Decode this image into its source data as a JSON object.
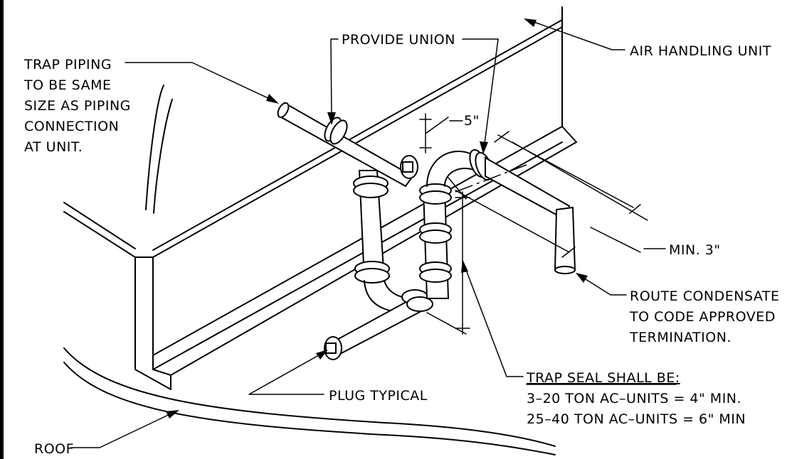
{
  "colors": {
    "line": "#000000",
    "background": "#ffffff"
  },
  "labels": {
    "trap_piping": [
      "TRAP PIPING",
      "TO BE SAME",
      "SIZE AS PIPING",
      "CONNECTION",
      "AT UNIT."
    ],
    "provide_union": "PROVIDE UNION",
    "air_handling_unit": "AIR HANDLING UNIT",
    "dim_5": "5\"",
    "min_3": "MIN. 3\"",
    "route_condensate": [
      "ROUTE CONDENSATE",
      "TO CODE APPROVED",
      "TERMINATION."
    ],
    "trap_seal_title": "TRAP SEAL SHALL BE:",
    "trap_seal_lines": [
      "3–20 TON AC–UNITS = 4\" MIN.",
      "25–40 TON AC–UNITS = 6\" MIN"
    ],
    "plug_typical": "PLUG TYPICAL",
    "roof": "ROOF"
  }
}
